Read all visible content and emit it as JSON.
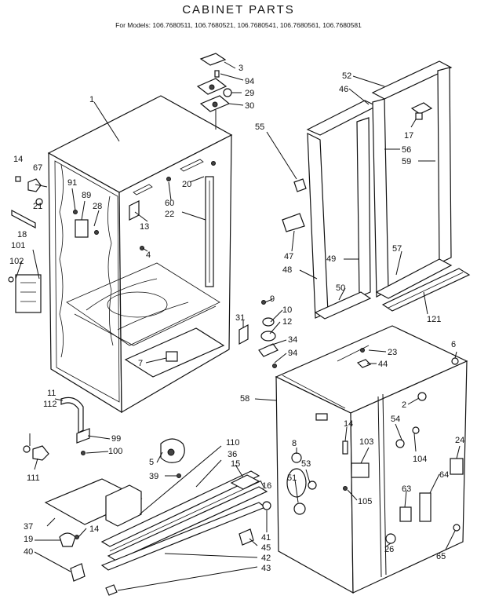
{
  "header": {
    "title": "CABINET PARTS",
    "models": "For Models: 106.7680511, 106.7680521, 106.7680541, 106.7680561, 106.7680581"
  },
  "callouts": [
    {
      "id": "c1",
      "label": "1"
    },
    {
      "id": "c3",
      "label": "3"
    },
    {
      "id": "c94a",
      "label": "94"
    },
    {
      "id": "c29",
      "label": "29"
    },
    {
      "id": "c30",
      "label": "30"
    },
    {
      "id": "c52",
      "label": "52"
    },
    {
      "id": "c46",
      "label": "46"
    },
    {
      "id": "c55",
      "label": "55"
    },
    {
      "id": "c17",
      "label": "17"
    },
    {
      "id": "c56",
      "label": "56"
    },
    {
      "id": "c59",
      "label": "59"
    },
    {
      "id": "c14a",
      "label": "14"
    },
    {
      "id": "c67",
      "label": "67"
    },
    {
      "id": "c91",
      "label": "91"
    },
    {
      "id": "c89",
      "label": "89"
    },
    {
      "id": "c28",
      "label": "28"
    },
    {
      "id": "c20",
      "label": "20"
    },
    {
      "id": "c60",
      "label": "60"
    },
    {
      "id": "c22",
      "label": "22"
    },
    {
      "id": "c21",
      "label": "21"
    },
    {
      "id": "c13",
      "label": "13"
    },
    {
      "id": "c18",
      "label": "18"
    },
    {
      "id": "c101",
      "label": "101"
    },
    {
      "id": "c4",
      "label": "4"
    },
    {
      "id": "c47",
      "label": "47"
    },
    {
      "id": "c49",
      "label": "49"
    },
    {
      "id": "c57",
      "label": "57"
    },
    {
      "id": "c102",
      "label": "102"
    },
    {
      "id": "c48",
      "label": "48"
    },
    {
      "id": "c50",
      "label": "50"
    },
    {
      "id": "c9",
      "label": "9"
    },
    {
      "id": "c10",
      "label": "10"
    },
    {
      "id": "c31",
      "label": "31"
    },
    {
      "id": "c12",
      "label": "12"
    },
    {
      "id": "c121",
      "label": "121"
    },
    {
      "id": "c34",
      "label": "34"
    },
    {
      "id": "c94b",
      "label": "94"
    },
    {
      "id": "c6",
      "label": "6"
    },
    {
      "id": "c23",
      "label": "23"
    },
    {
      "id": "c7",
      "label": "7"
    },
    {
      "id": "c44",
      "label": "44"
    },
    {
      "id": "c11",
      "label": "11"
    },
    {
      "id": "c112",
      "label": "112"
    },
    {
      "id": "c58",
      "label": "58"
    },
    {
      "id": "c2",
      "label": "2"
    },
    {
      "id": "c14b",
      "label": "14"
    },
    {
      "id": "c54",
      "label": "54"
    },
    {
      "id": "c24",
      "label": "24"
    },
    {
      "id": "c99",
      "label": "99"
    },
    {
      "id": "c8",
      "label": "8"
    },
    {
      "id": "c103",
      "label": "103"
    },
    {
      "id": "c100",
      "label": "100"
    },
    {
      "id": "c110",
      "label": "110"
    },
    {
      "id": "c5",
      "label": "5"
    },
    {
      "id": "c36",
      "label": "36"
    },
    {
      "id": "c104",
      "label": "104"
    },
    {
      "id": "c53",
      "label": "53"
    },
    {
      "id": "c111",
      "label": "111"
    },
    {
      "id": "c15",
      "label": "15"
    },
    {
      "id": "c39",
      "label": "39"
    },
    {
      "id": "c64",
      "label": "64"
    },
    {
      "id": "c51",
      "label": "51"
    },
    {
      "id": "c16",
      "label": "16"
    },
    {
      "id": "c105",
      "label": "105"
    },
    {
      "id": "c63",
      "label": "63"
    },
    {
      "id": "c37",
      "label": "37"
    },
    {
      "id": "c14c",
      "label": "14"
    },
    {
      "id": "c19",
      "label": "19"
    },
    {
      "id": "c41",
      "label": "41"
    },
    {
      "id": "c40",
      "label": "40"
    },
    {
      "id": "c45",
      "label": "45"
    },
    {
      "id": "c26",
      "label": "26"
    },
    {
      "id": "c65",
      "label": "65"
    },
    {
      "id": "c42",
      "label": "42"
    },
    {
      "id": "c43",
      "label": "43"
    }
  ]
}
